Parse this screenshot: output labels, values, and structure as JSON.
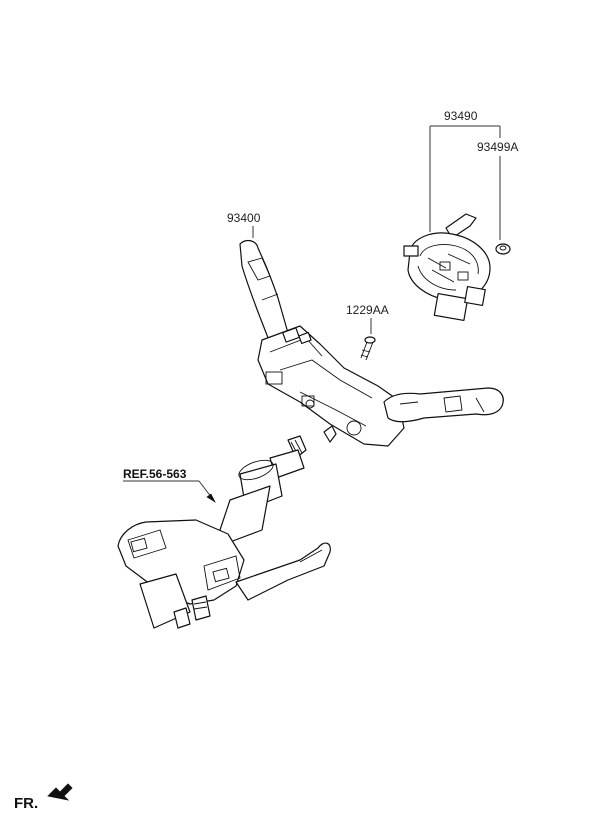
{
  "labels": {
    "clock_spring": "93490",
    "clock_spring_sub": "93499A",
    "switch_assy": "93400",
    "screw": "1229AA",
    "reference": "REF.56-563",
    "front": "FR."
  }
}
